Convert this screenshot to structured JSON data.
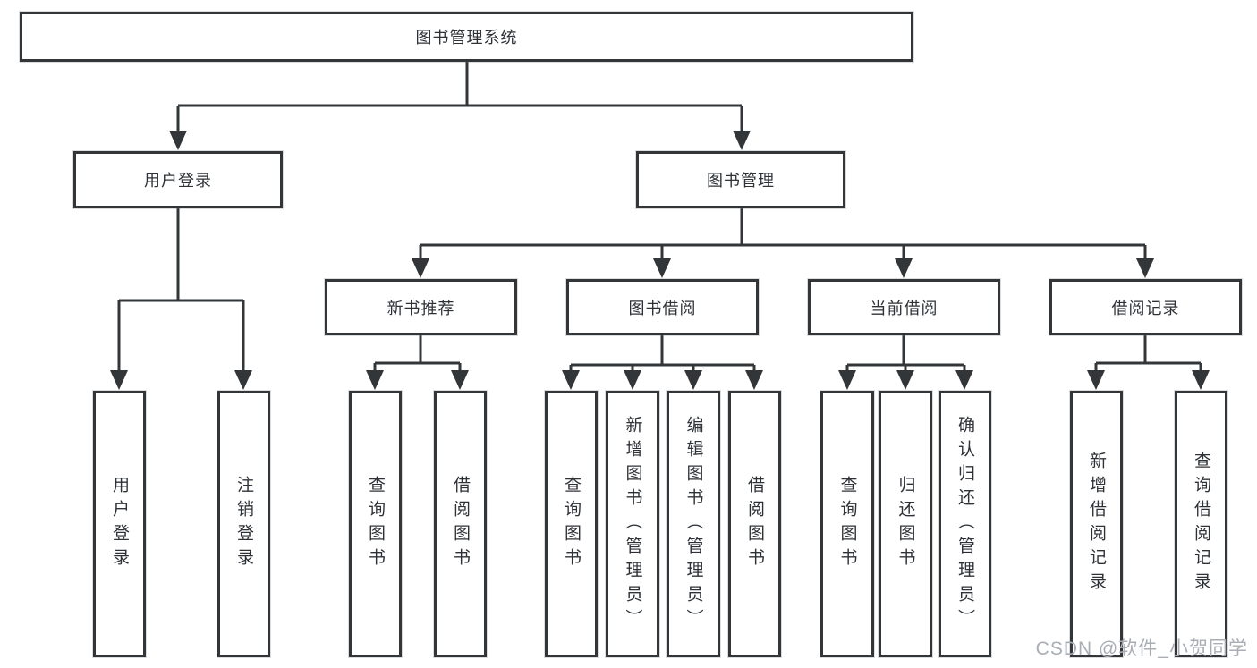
{
  "diagram": {
    "root": "图书管理系统",
    "branches": [
      {
        "label": "用户登录",
        "leaves": [
          "用户登录",
          "注销登录"
        ]
      },
      {
        "label": "图书管理",
        "groups": [
          {
            "label": "新书推荐",
            "leaves": [
              "查询图书",
              "借阅图书"
            ]
          },
          {
            "label": "图书借阅",
            "leaves": [
              "查询图书",
              "新增图书（管理员）",
              "编辑图书（管理员）",
              "借阅图书"
            ]
          },
          {
            "label": "当前借阅",
            "leaves": [
              "查询图书",
              "归还图书",
              "确认归还（管理员）"
            ]
          },
          {
            "label": "借阅记录",
            "leaves": [
              "新增借阅记录",
              "查询借阅记录"
            ]
          }
        ]
      }
    ],
    "colors": {
      "line": "#333639",
      "text": "#2e3237",
      "background": "#ffffff",
      "watermark_color": "#a9aeb4"
    }
  },
  "watermark": {
    "text": "CSDN @软件_小贺同学"
  }
}
